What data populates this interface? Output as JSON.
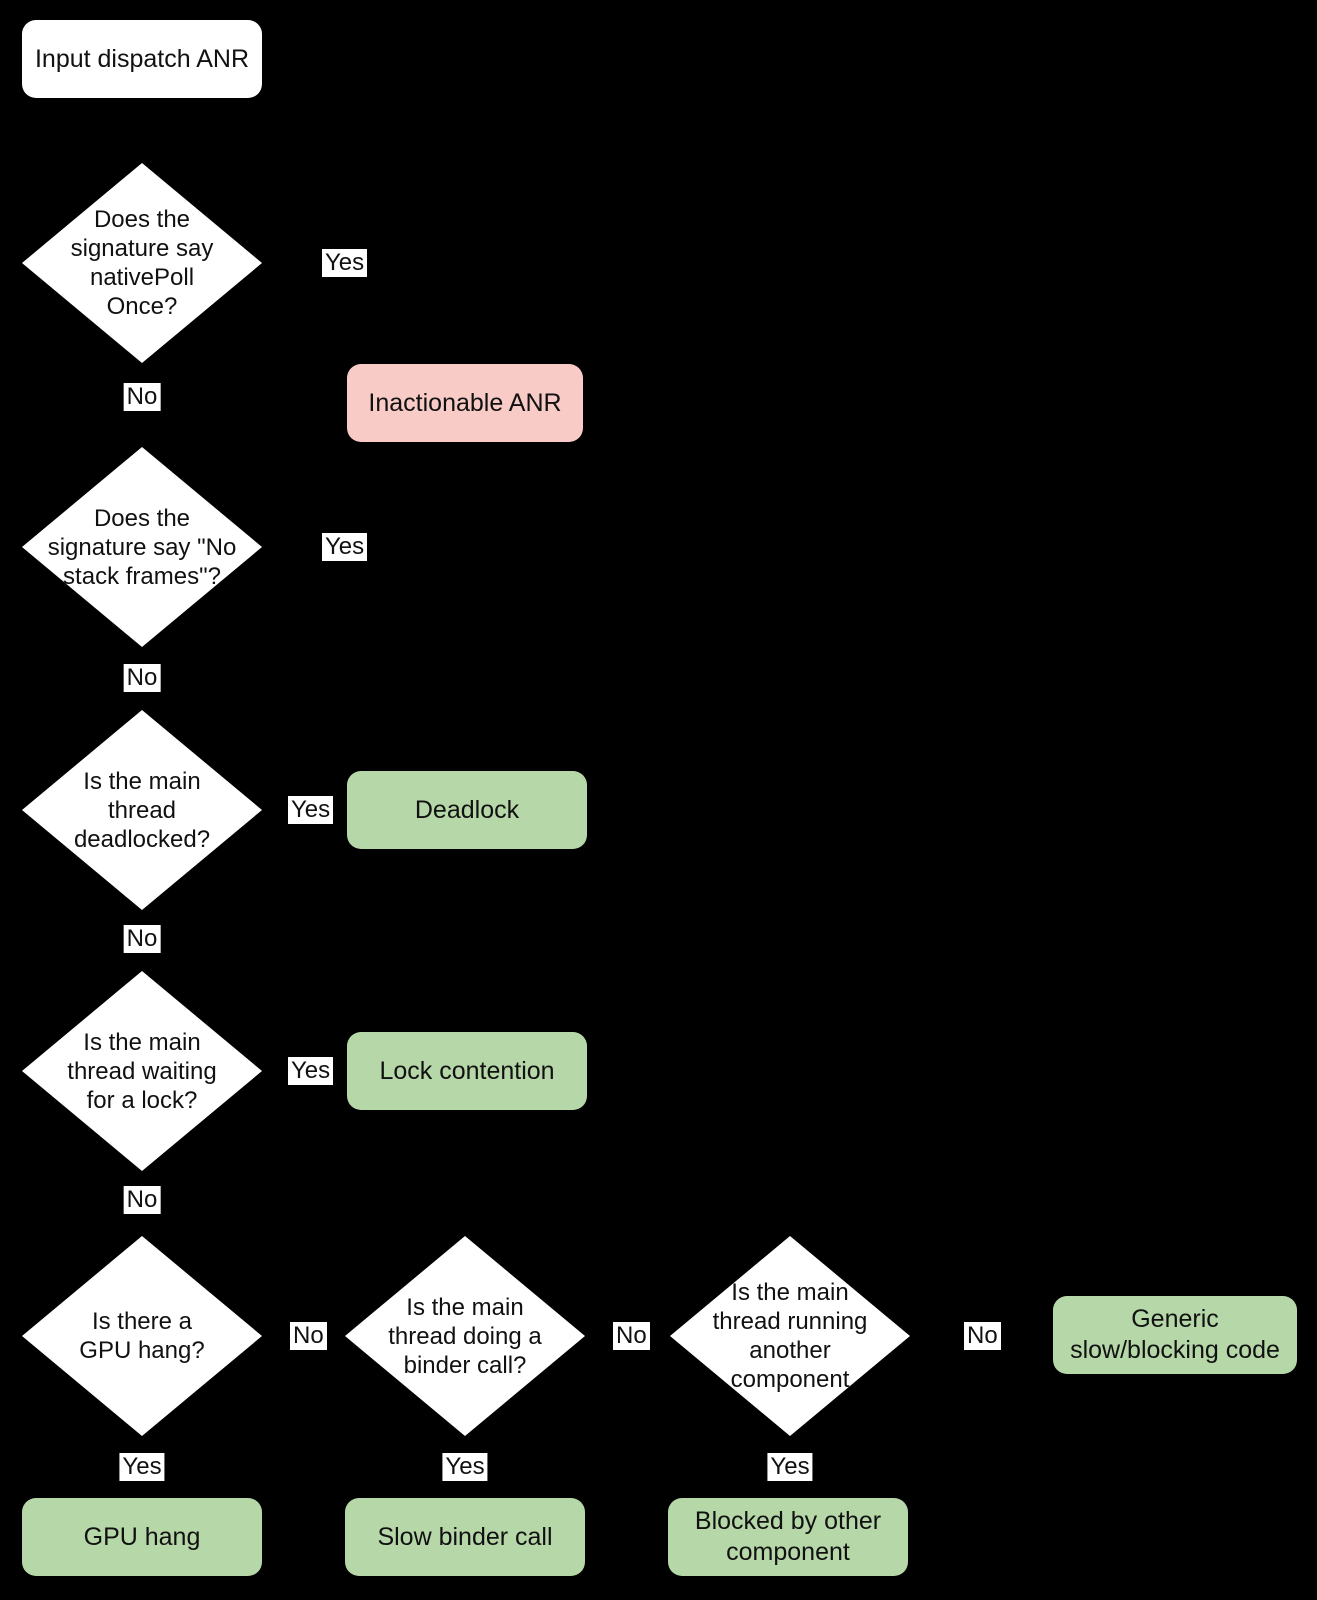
{
  "background": "#000000",
  "palette": {
    "node_fill": "#ffffff",
    "negative_fill": "#f8cbc6",
    "positive_fill": "#b6d7a8",
    "text": "#111111"
  },
  "start": {
    "label": "Input dispatch ANR"
  },
  "decisions": {
    "native_poll_once": {
      "question": "Does the\nsignature say\nnativePoll\nOnce?"
    },
    "no_stack_frames": {
      "question": "Does the\nsignature say \"No\nstack frames\"?"
    },
    "main_thread_deadlocked": {
      "question": "Is the main\nthread\ndeadlocked?"
    },
    "main_thread_waiting_lock": {
      "question": "Is the main\nthread waiting\nfor a lock?"
    },
    "gpu_hang": {
      "question": "Is there a\nGPU hang?"
    },
    "binder_call": {
      "question": "Is the main\nthread doing a\nbinder call?"
    },
    "running_another_component": {
      "question": "Is the main\nthread running\nanother\ncomponent"
    }
  },
  "outcomes": {
    "inactionable_anr": {
      "label": "Inactionable ANR",
      "kind": "negative"
    },
    "deadlock": {
      "label": "Deadlock",
      "kind": "positive"
    },
    "lock_contention": {
      "label": "Lock contention",
      "kind": "positive"
    },
    "generic_slow_blocking_code": {
      "label": "Generic\nslow/blocking code",
      "kind": "positive"
    },
    "gpu_hang": {
      "label": "GPU hang",
      "kind": "positive"
    },
    "slow_binder_call": {
      "label": "Slow binder call",
      "kind": "positive"
    },
    "blocked_by_other_component": {
      "label": "Blocked by other\ncomponent",
      "kind": "positive"
    }
  },
  "edge_labels": {
    "yes": "Yes",
    "no": "No"
  }
}
